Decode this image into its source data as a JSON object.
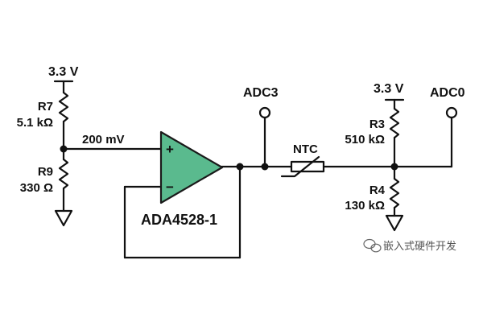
{
  "labels": {
    "v_left": "3.3 V",
    "r7_name": "R7",
    "r7_value": "5.1 kΩ",
    "r9_name": "R9",
    "r9_value": "330 Ω",
    "vin": "200 mV",
    "plus": "+",
    "minus": "−",
    "opamp": "ADA4528-1",
    "adc3": "ADC3",
    "ntc": "NTC",
    "v_right": "3.3 V",
    "r3_name": "R3",
    "r3_value": "510 kΩ",
    "r4_name": "R4",
    "r4_value": "130 kΩ",
    "adc0": "ADC0"
  },
  "watermark": {
    "text": "嵌入式硬件开发",
    "icon": "wechat-icon"
  },
  "colors": {
    "wire": "#111111",
    "opamp_fill": "#5aba8e",
    "opamp_stroke": "#1a1a1a",
    "background": "#ffffff"
  }
}
